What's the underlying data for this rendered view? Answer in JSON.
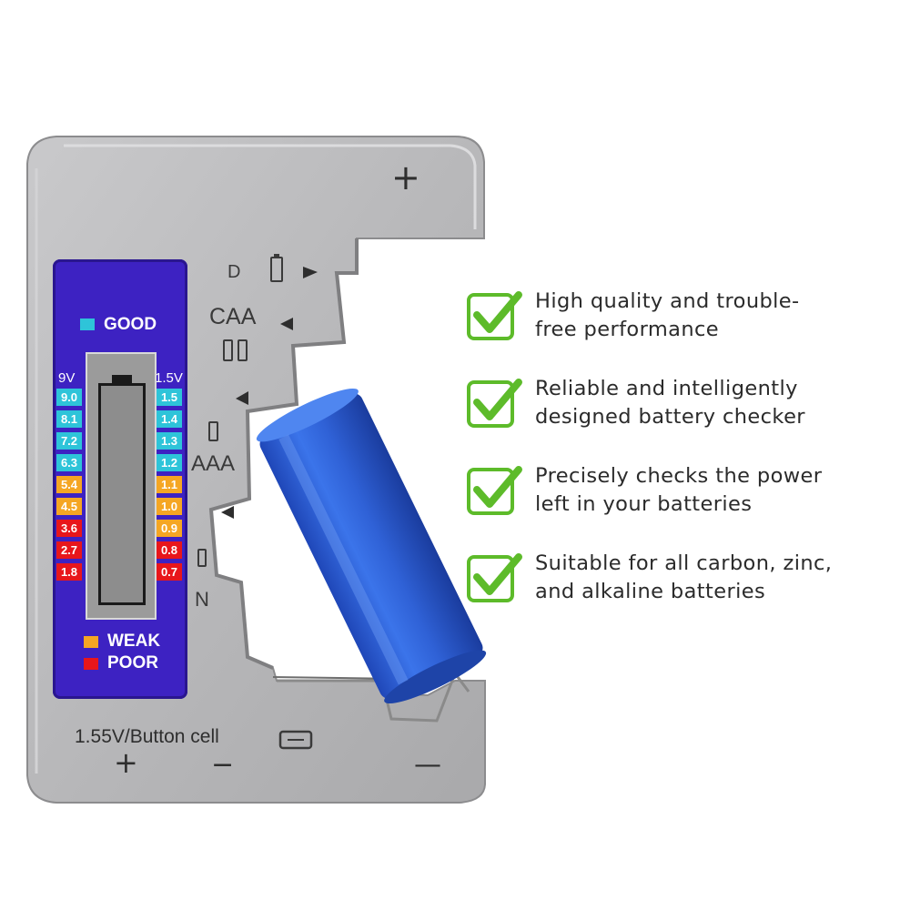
{
  "colors": {
    "body": "#b9b9bb",
    "lcd": "#3d22c2",
    "good": "#2ec4d9",
    "weak": "#f5a623",
    "poor": "#e8161b",
    "battery": "#2f61d6",
    "check": "#5dbb2a"
  },
  "device": {
    "top_plus": "+",
    "slot_labels": {
      "d": "D",
      "caa": "CAA",
      "aaa": "AAA",
      "n": "N"
    },
    "button_cell_label": "1.55V/Button cell",
    "bottom_plus": "+",
    "bottom_minus_left": "−",
    "bottom_minus_right": "—"
  },
  "meter": {
    "legend_good": "GOOD",
    "legend_weak": "WEAK",
    "legend_poor": "POOR",
    "col_9v_head": "9V",
    "col_15v_head": "1.5V",
    "scale_9v": [
      {
        "v": "9.0",
        "level": "good"
      },
      {
        "v": "8.1",
        "level": "good"
      },
      {
        "v": "7.2",
        "level": "good"
      },
      {
        "v": "6.3",
        "level": "good"
      },
      {
        "v": "5.4",
        "level": "weak"
      },
      {
        "v": "4.5",
        "level": "weak"
      },
      {
        "v": "3.6",
        "level": "poor"
      },
      {
        "v": "2.7",
        "level": "poor"
      },
      {
        "v": "1.8",
        "level": "poor"
      }
    ],
    "scale_15v": [
      {
        "v": "1.5",
        "level": "good"
      },
      {
        "v": "1.4",
        "level": "good"
      },
      {
        "v": "1.3",
        "level": "good"
      },
      {
        "v": "1.2",
        "level": "good"
      },
      {
        "v": "1.1",
        "level": "weak"
      },
      {
        "v": "1.0",
        "level": "weak"
      },
      {
        "v": "0.9",
        "level": "weak"
      },
      {
        "v": "0.8",
        "level": "poor"
      },
      {
        "v": "0.7",
        "level": "poor"
      }
    ]
  },
  "features": [
    {
      "line1": "High quality and trouble-",
      "line2": "free performance"
    },
    {
      "line1": "Reliable and intelligently",
      "line2": "designed battery checker"
    },
    {
      "line1": "Precisely checks the power",
      "line2": "left in your batteries"
    },
    {
      "line1": "Suitable for all carbon, zinc,",
      "line2": "and alkaline batteries"
    }
  ]
}
